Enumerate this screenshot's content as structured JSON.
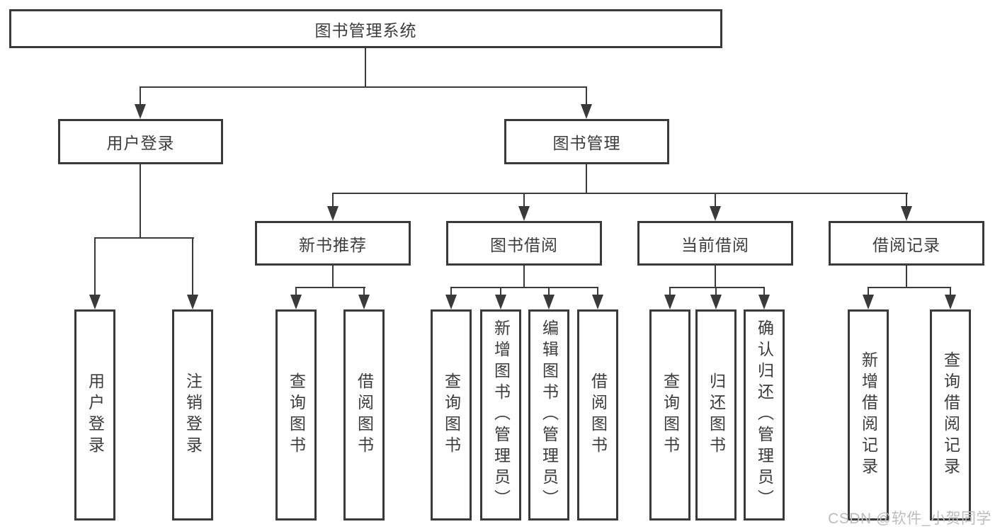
{
  "diagram": {
    "root": {
      "label": "图书管理系统"
    },
    "branches": [
      {
        "label": "用户登录",
        "leaves": [
          "用户登录",
          "注销登录"
        ]
      },
      {
        "label": "图书管理",
        "groups": [
          {
            "label": "新书推荐",
            "leaves": [
              "查询图书",
              "借阅图书"
            ]
          },
          {
            "label": "图书借阅",
            "leaves": [
              "查询图书",
              "新增图书（管理员）",
              "编辑图书（管理员）",
              "借阅图书"
            ]
          },
          {
            "label": "当前借阅",
            "leaves": [
              "查询图书",
              "归还图书",
              "确认归还（管理员）"
            ]
          },
          {
            "label": "借阅记录",
            "leaves": [
              "新增借阅记录",
              "查询借阅记录"
            ]
          }
        ]
      }
    ]
  },
  "watermark": {
    "text": "CSDN @软件_小贺同学"
  },
  "colors": {
    "line": "#3a3a3a",
    "text": "#3c3c3c",
    "watermark": "#bcbcbc",
    "background": "#ffffff"
  }
}
